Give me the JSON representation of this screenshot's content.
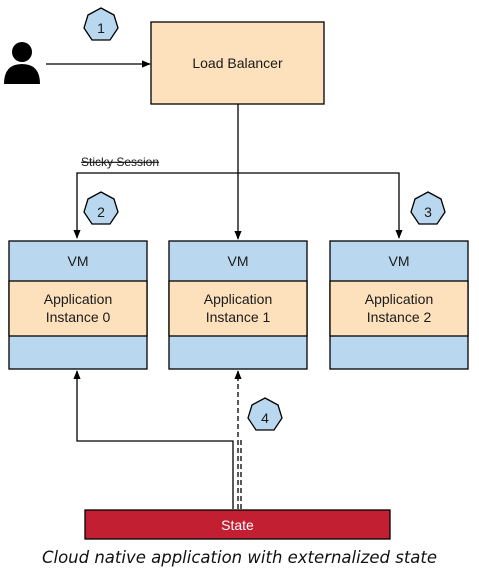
{
  "load_balancer": {
    "label": "Load Balancer"
  },
  "sticky_session_label": "Sticky Session",
  "instances": [
    {
      "header": "VM",
      "line1": "Application",
      "line2": "Instance 0"
    },
    {
      "header": "VM",
      "line1": "Application",
      "line2": "Instance 1"
    },
    {
      "header": "VM",
      "line1": "Application",
      "line2": "Instance 2"
    }
  ],
  "steps": [
    "1",
    "2",
    "3",
    "4"
  ],
  "state": {
    "label": "State"
  },
  "caption": "Cloud native application with externalized state",
  "colors": {
    "load_balancer_fill": "#fde1bd",
    "vm_fill": "#b9d7ee",
    "app_fill": "#fde1bd",
    "badge_fill": "#b9d7ee",
    "state_fill": "#c22032",
    "line": "#000000"
  },
  "icons": {
    "user": "user-icon"
  }
}
